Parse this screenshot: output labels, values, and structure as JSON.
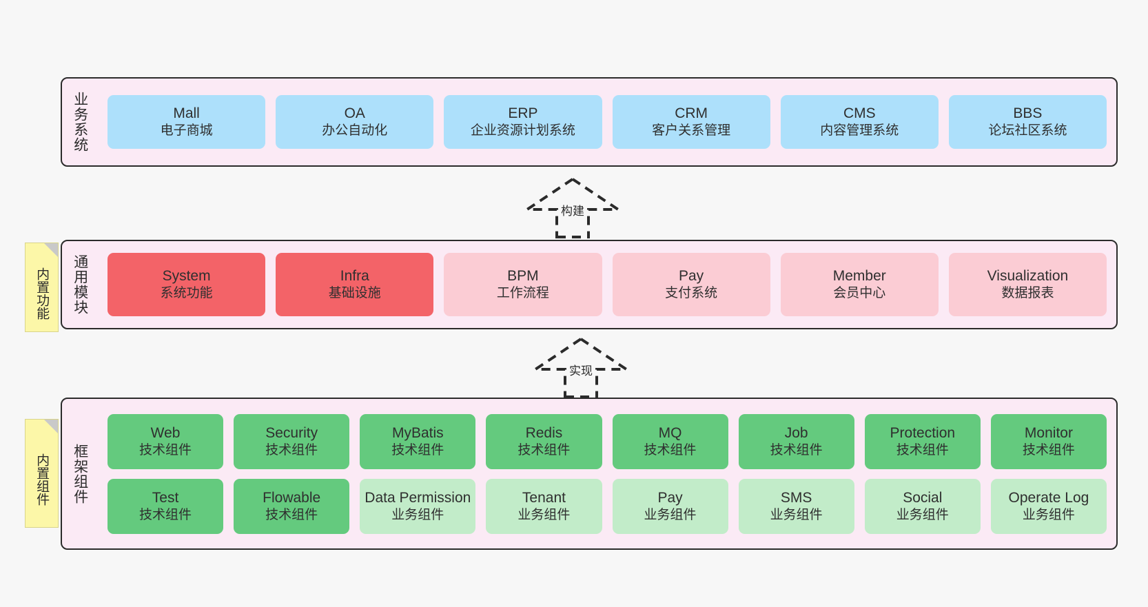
{
  "layers": [
    {
      "key": "business",
      "title": "业务系统",
      "cards": [
        {
          "en": "Mall",
          "cn": "电子商城"
        },
        {
          "en": "OA",
          "cn": "办公自动化"
        },
        {
          "en": "ERP",
          "cn": "企业资源计划系统"
        },
        {
          "en": "CRM",
          "cn": "客户关系管理"
        },
        {
          "en": "CMS",
          "cn": "内容管理系统"
        },
        {
          "en": "BBS",
          "cn": "论坛社区系统"
        }
      ]
    },
    {
      "key": "common",
      "title": "通用模块",
      "cards": [
        {
          "en": "System",
          "cn": "系统功能"
        },
        {
          "en": "Infra",
          "cn": "基础设施"
        },
        {
          "en": "BPM",
          "cn": "工作流程"
        },
        {
          "en": "Pay",
          "cn": "支付系统"
        },
        {
          "en": "Member",
          "cn": "会员中心"
        },
        {
          "en": "Visualization",
          "cn": "数据报表"
        }
      ]
    },
    {
      "key": "framework",
      "title": "框架组件",
      "row1": [
        {
          "en": "Web",
          "cn": "技术组件"
        },
        {
          "en": "Security",
          "cn": "技术组件"
        },
        {
          "en": "MyBatis",
          "cn": "技术组件"
        },
        {
          "en": "Redis",
          "cn": "技术组件"
        },
        {
          "en": "MQ",
          "cn": "技术组件"
        },
        {
          "en": "Job",
          "cn": "技术组件"
        },
        {
          "en": "Protection",
          "cn": "技术组件"
        },
        {
          "en": "Monitor",
          "cn": "技术组件"
        }
      ],
      "row2": [
        {
          "en": "Test",
          "cn": "技术组件"
        },
        {
          "en": "Flowable",
          "cn": "技术组件"
        },
        {
          "en": "Data Permission",
          "cn": "业务组件"
        },
        {
          "en": "Tenant",
          "cn": "业务组件"
        },
        {
          "en": "Pay",
          "cn": "业务组件"
        },
        {
          "en": "SMS",
          "cn": "业务组件"
        },
        {
          "en": "Social",
          "cn": "业务组件"
        },
        {
          "en": "Operate Log",
          "cn": "业务组件"
        }
      ]
    }
  ],
  "notes": [
    {
      "key": "common",
      "text": "内置功能"
    },
    {
      "key": "framework",
      "text": "内置组件"
    }
  ],
  "arrows": [
    {
      "key": "build",
      "label": "构建"
    },
    {
      "key": "impl",
      "label": "实现"
    }
  ],
  "colors": {
    "container_bg": "#fbeaf5",
    "container_border": "#2b2b2b",
    "business_card": "#ade0fb",
    "module_active": "#f36368",
    "module_inactive": "#fbccd4",
    "tech_component": "#64ca7e",
    "business_component": "#c2ecc9",
    "note_bg": "#fcf7a8",
    "note_fold": "#c9c9c9",
    "arrow": "#2b2b2b",
    "page_bg": "#f7f7f7"
  }
}
